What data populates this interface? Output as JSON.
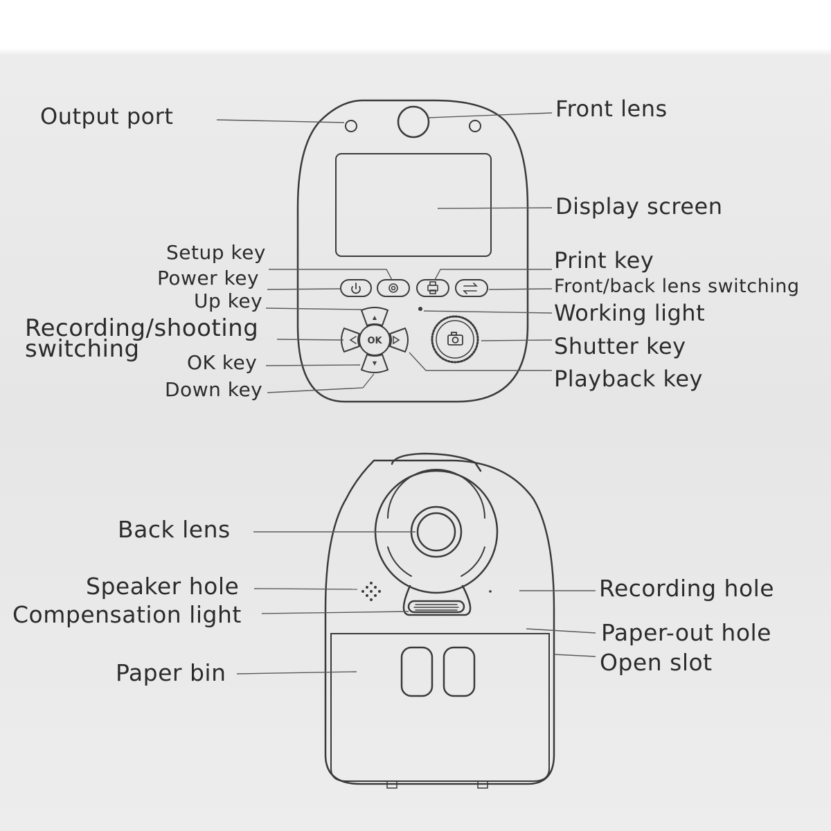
{
  "front_view": {
    "labels": [
      {
        "id": "output-port",
        "text": "Output port"
      },
      {
        "id": "front-lens",
        "text": "Front lens"
      },
      {
        "id": "display-screen",
        "text": "Display screen"
      },
      {
        "id": "setup-key",
        "text": "Setup key"
      },
      {
        "id": "power-key",
        "text": "Power key"
      },
      {
        "id": "up-key",
        "text": "Up key"
      },
      {
        "id": "recording-shooting-switching",
        "text": "Recording/shooting\nswitching"
      },
      {
        "id": "ok-key",
        "text": "OK key"
      },
      {
        "id": "down-key",
        "text": "Down key"
      },
      {
        "id": "print-key",
        "text": "Print key"
      },
      {
        "id": "front-back-lens-switching",
        "text": "Front/back lens switching"
      },
      {
        "id": "working-light",
        "text": "Working light"
      },
      {
        "id": "shutter-key",
        "text": "Shutter key"
      },
      {
        "id": "playback-key",
        "text": "Playback key"
      }
    ],
    "button_glyphs": {
      "ok": "OK",
      "up_arrow": "▲",
      "down_arrow": "▼"
    }
  },
  "back_view": {
    "labels": [
      {
        "id": "back-lens",
        "text": "Back lens"
      },
      {
        "id": "speaker-hole",
        "text": "Speaker hole"
      },
      {
        "id": "compensation-light",
        "text": "Compensation light"
      },
      {
        "id": "paper-bin",
        "text": "Paper bin"
      },
      {
        "id": "recording-hole",
        "text": "Recording hole"
      },
      {
        "id": "paper-out-hole",
        "text": "Paper-out hole"
      },
      {
        "id": "open-slot",
        "text": "Open slot"
      }
    ]
  },
  "colors": {
    "line": "#3a3a3a",
    "leader": "#5a5a5a",
    "text": "#2b2b2b",
    "background": "#e8e8e8"
  },
  "icons": [
    "power-icon",
    "setup-icon",
    "print-icon",
    "lens-switch-icon",
    "camera-icon"
  ]
}
